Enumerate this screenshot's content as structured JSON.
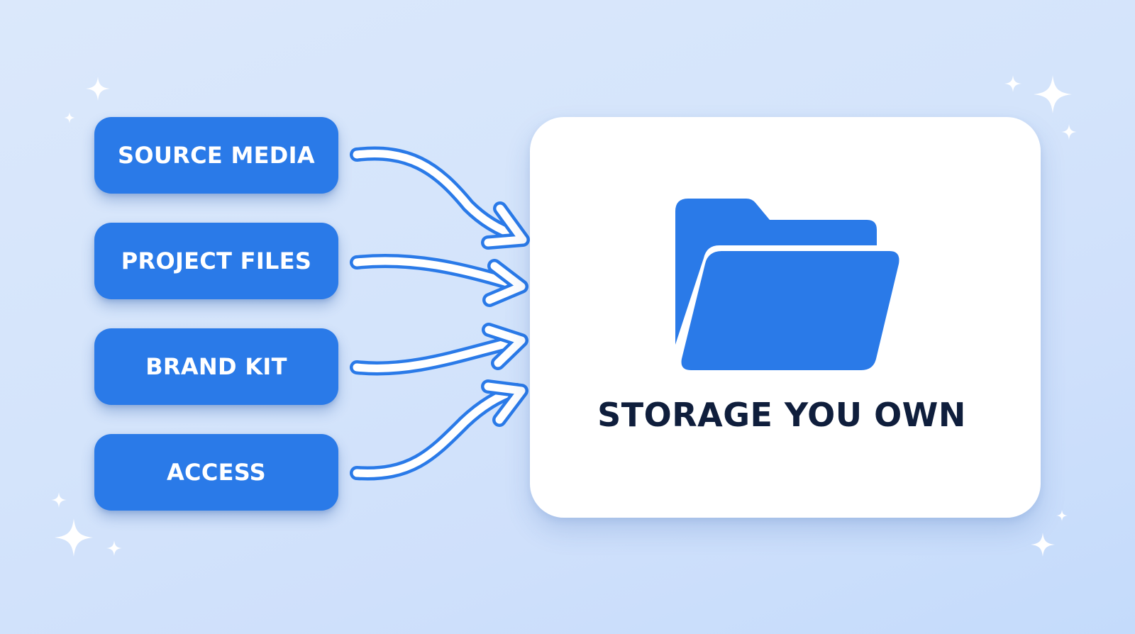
{
  "sources": [
    {
      "label": "SOURCE MEDIA"
    },
    {
      "label": "PROJECT FILES"
    },
    {
      "label": "BRAND KIT"
    },
    {
      "label": "ACCESS"
    }
  ],
  "storage": {
    "title": "STORAGE YOU OWN",
    "icon": "folder-open-icon"
  },
  "colors": {
    "accent": "#2a7ae8",
    "title_text": "#0f1e3c",
    "card": "#ffffff",
    "background": "#d6e6fb"
  }
}
